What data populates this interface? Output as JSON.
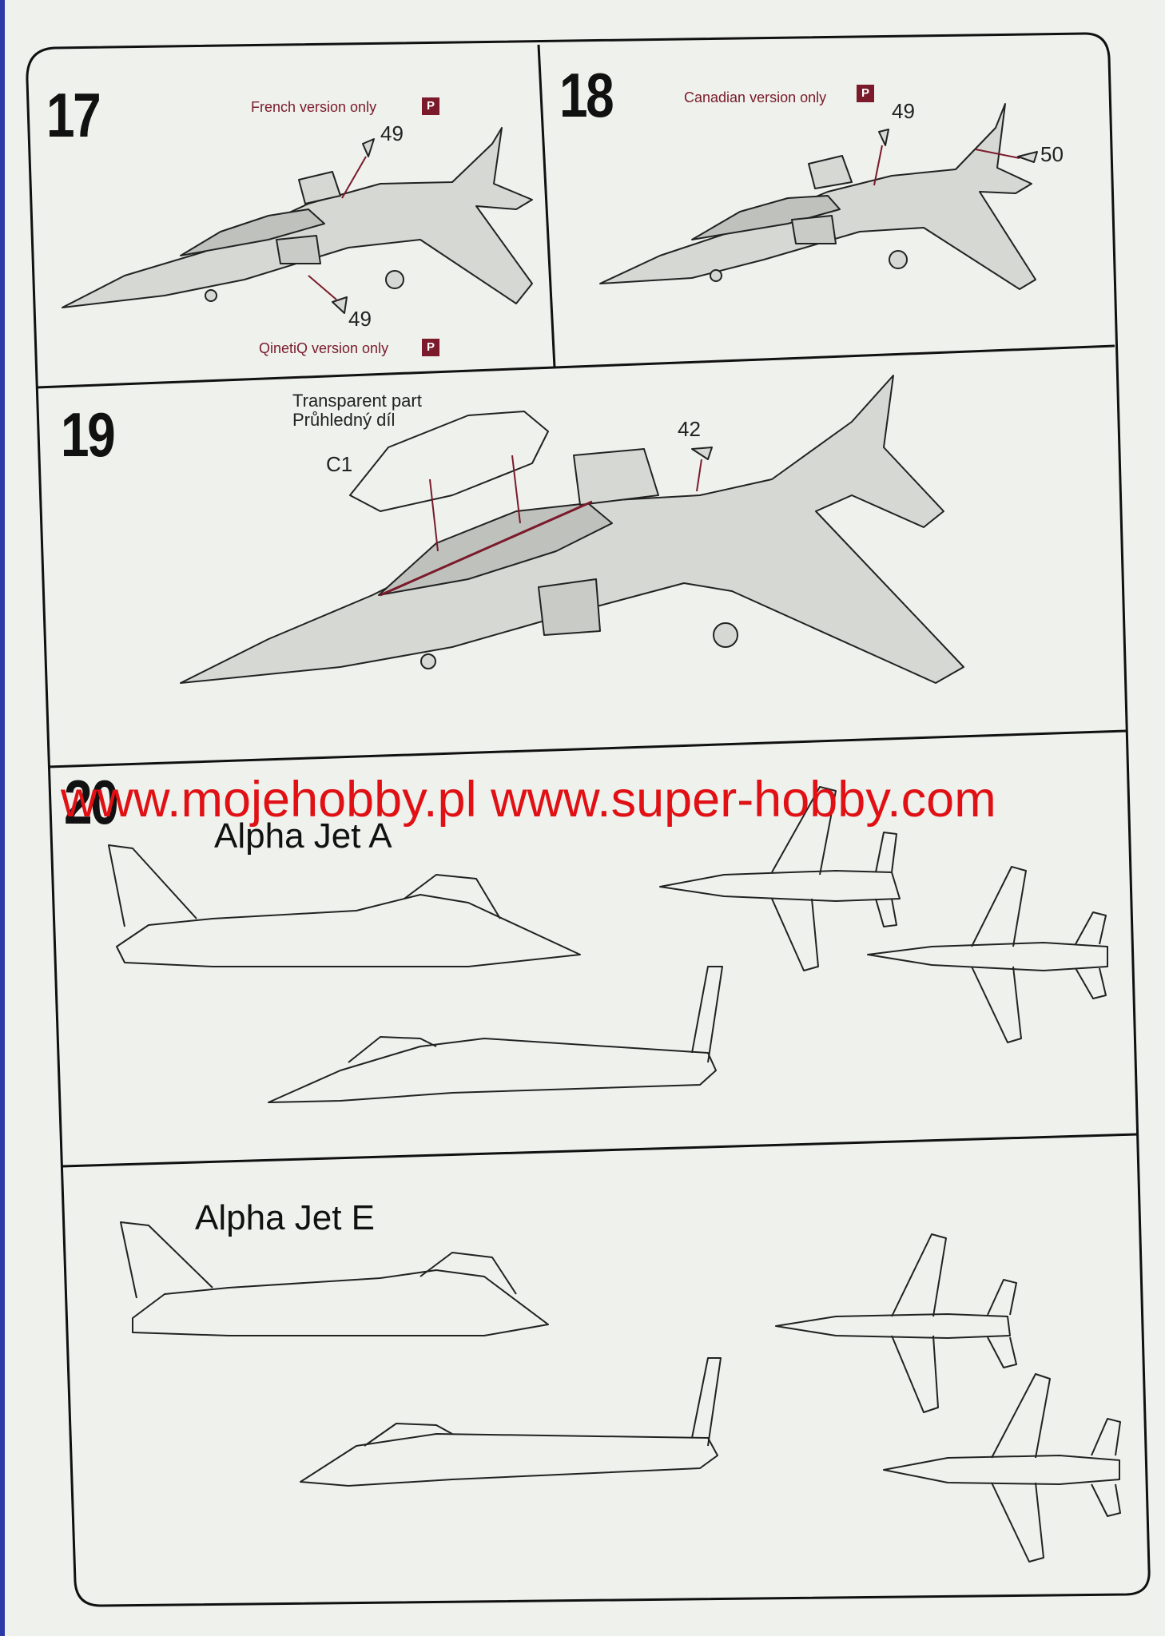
{
  "steps": [
    {
      "number": "17",
      "notes": {
        "top": "French version only",
        "bottom": "QinetiQ version only"
      },
      "callouts": {
        "a": "49",
        "b": "49"
      }
    },
    {
      "number": "18",
      "notes": {
        "top": "Canadian version only"
      },
      "callouts": {
        "a": "49",
        "b": "50"
      }
    },
    {
      "number": "19",
      "labels": {
        "transparent_en": "Transparent part",
        "transparent_cz": "Průhledný díl",
        "part": "C1"
      },
      "callouts": {
        "a": "42"
      }
    },
    {
      "number": "20",
      "variants": {
        "a": "Alpha Jet  A",
        "e": "Alpha Jet  E"
      }
    }
  ],
  "tag_glyph": "P",
  "watermark": "www.mojehobby.pl www.super-hobby.com",
  "colors": {
    "ink": "#111111",
    "accent": "#7a1a2a",
    "watermark": "#e01014",
    "paper": "#eef1ec",
    "background": "#2b3aa6"
  }
}
